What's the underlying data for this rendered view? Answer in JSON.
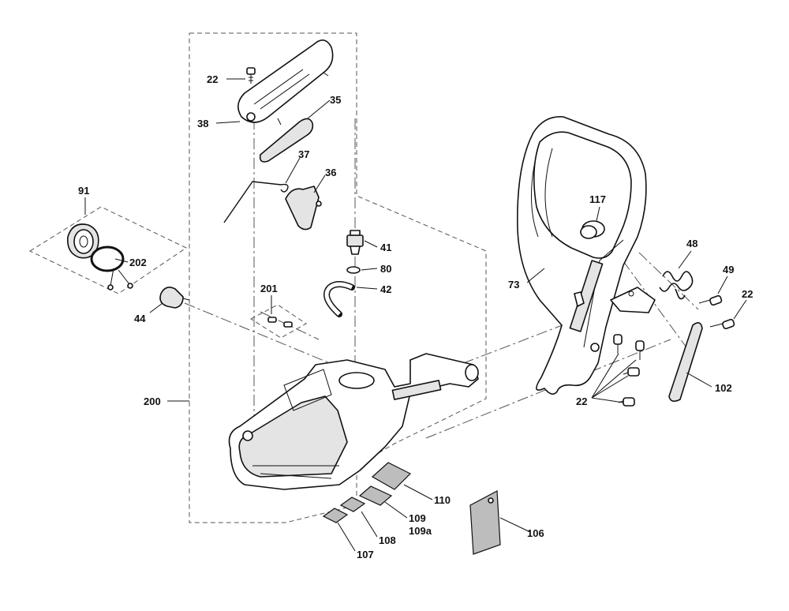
{
  "callouts": {
    "c22_top": "22",
    "c38": "38",
    "c35": "35",
    "c37": "37",
    "c36": "36",
    "c91": "91",
    "c202": "202",
    "c44": "44",
    "c41": "41",
    "c80": "80",
    "c42": "42",
    "c201": "201",
    "c200": "200",
    "c117": "117",
    "c48": "48",
    "c49": "49",
    "c22_right": "22",
    "c73": "73",
    "c102": "102",
    "c22_bottom": "22",
    "c110": "110",
    "c109": "109",
    "c109a": "109a",
    "c108": "108",
    "c107": "107",
    "c106": "106"
  },
  "colors": {
    "line": "#111111",
    "dash": "#555555",
    "fill_light": "#e4e4e4",
    "fill_mid": "#bdbdbd"
  }
}
